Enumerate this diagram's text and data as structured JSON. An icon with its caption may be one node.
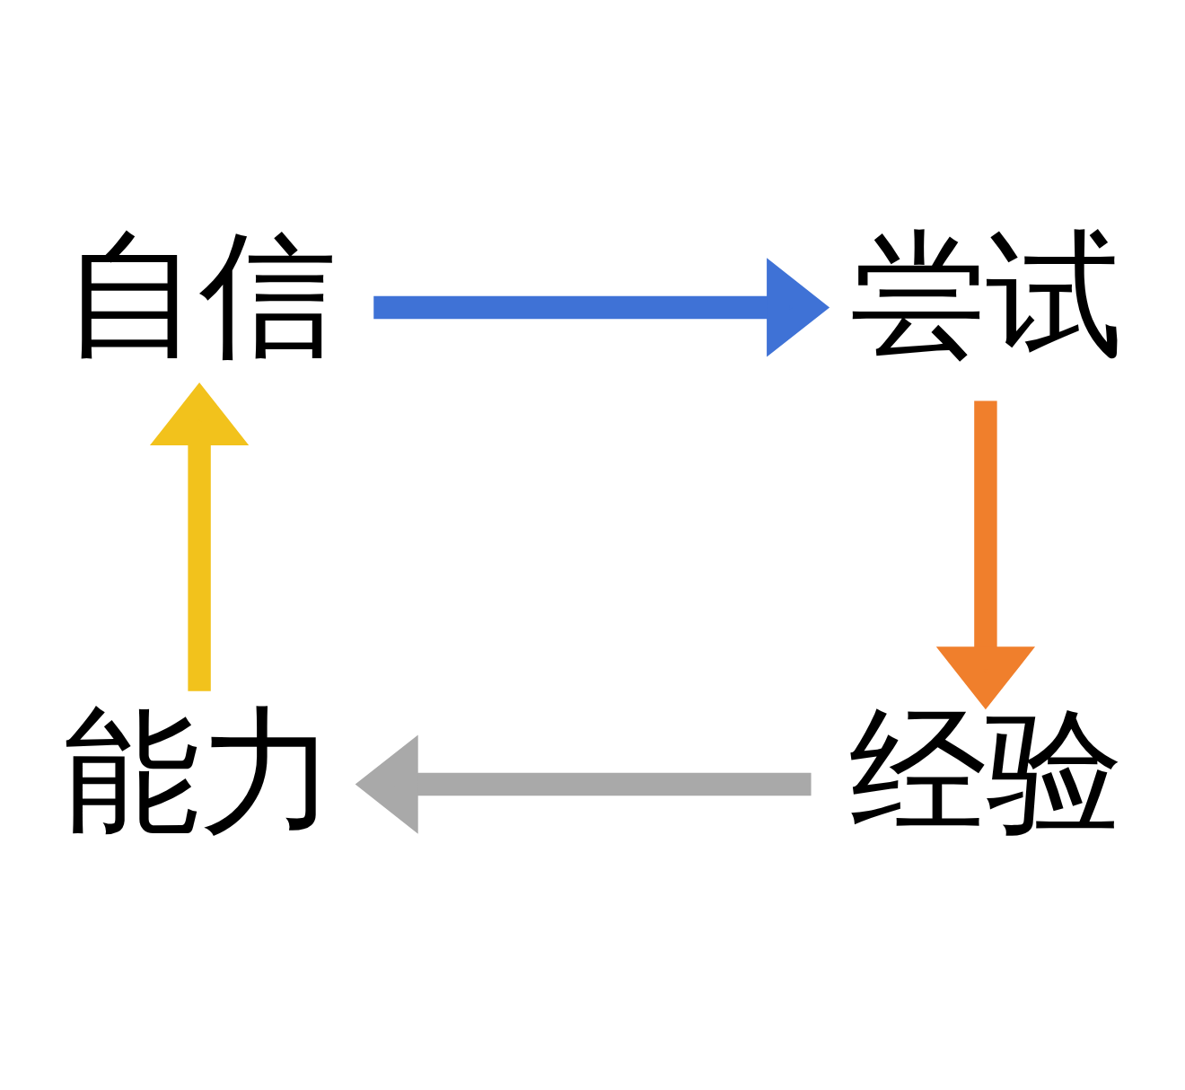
{
  "diagram": {
    "nodes": [
      {
        "text": [
          "自信"
        ]
      },
      {
        "text": [
          "尝试"
        ]
      },
      {
        "text": [
          "经验"
        ]
      },
      {
        "text": [
          "能力"
        ]
      }
    ],
    "edges": [
      {
        "from": 0,
        "to": 1,
        "arrow": "to",
        "color": "#3f72d6"
      },
      {
        "from": 1,
        "to": 2,
        "arrow": "to",
        "color": "#f07f2c"
      },
      {
        "from": 2,
        "to": 3,
        "arrow": "to",
        "color": "#a9a9a9"
      },
      {
        "from": 3,
        "to": 0,
        "arrow": "to",
        "color": "#f2c21c"
      }
    ]
  }
}
